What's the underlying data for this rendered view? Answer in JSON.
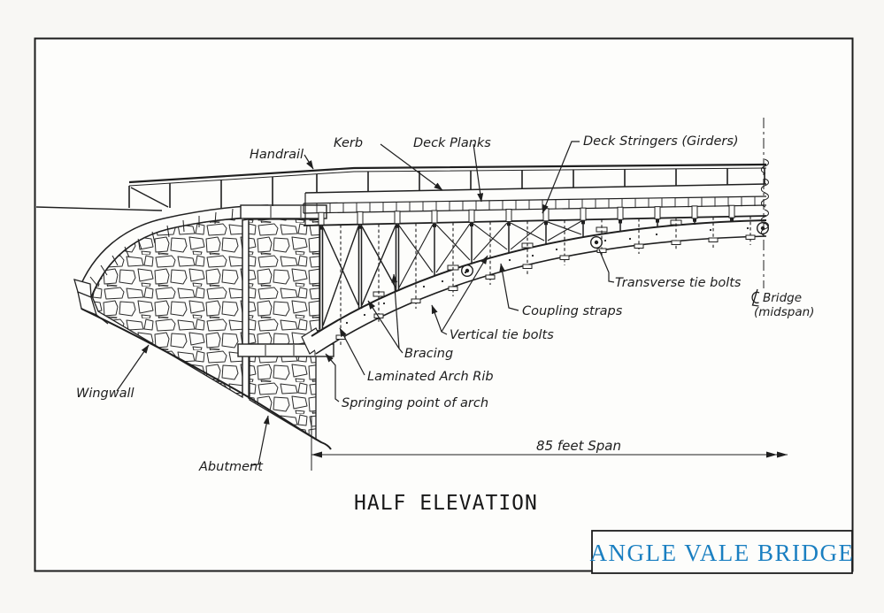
{
  "sheet": {
    "paper_color": "#fdfdfb",
    "ink_color": "#1f1f1f",
    "drawing_title": "HALF ELEVATION"
  },
  "title_block": {
    "name": "ANGLE VALE BRIDGE",
    "color": "#1a7fc1"
  },
  "dimension": {
    "span_label": "85 feet  Span"
  },
  "centerline": {
    "symbol": "℄",
    "line1": "Bridge",
    "line2": "(midspan)"
  },
  "labels": {
    "handrail": "Handrail",
    "kerb": "Kerb",
    "deck_planks": "Deck Planks",
    "deck_stringers": "Deck Stringers (Girders)",
    "transverse_tie_bolts": "Transverse tie bolts",
    "coupling_straps": "Coupling straps",
    "vertical_tie_bolts": "Vertical tie bolts",
    "bracing": "Bracing",
    "laminated_arch_rib": "Laminated Arch Rib",
    "springing_point": "Springing point of arch",
    "wingwall": "Wingwall",
    "abutment": "Abutment"
  }
}
